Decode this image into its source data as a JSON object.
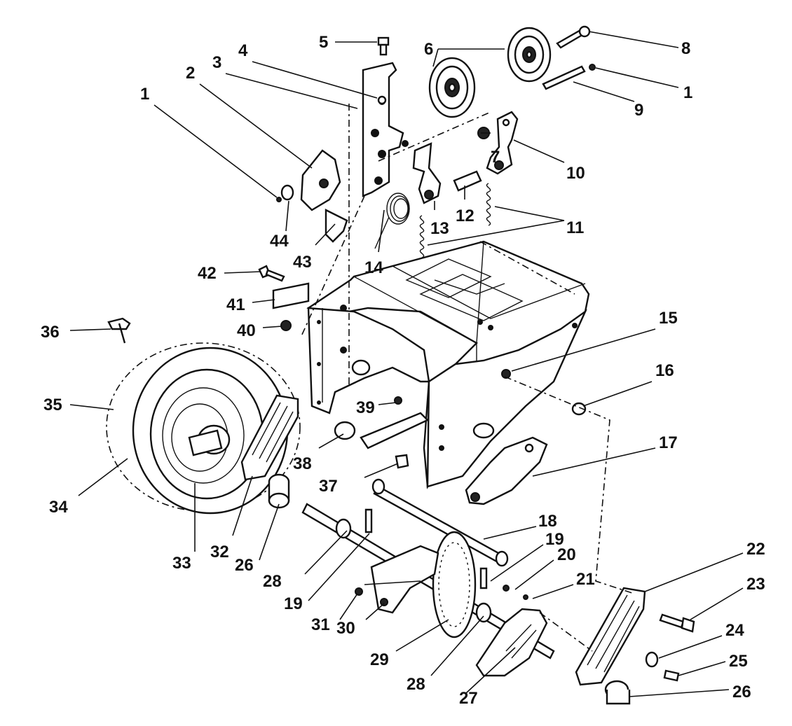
{
  "diagram": {
    "callouts": [
      {
        "id": "c1a",
        "text": "1"
      },
      {
        "id": "c1b",
        "text": "1"
      },
      {
        "id": "c2",
        "text": "2"
      },
      {
        "id": "c3",
        "text": "3"
      },
      {
        "id": "c4",
        "text": "4"
      },
      {
        "id": "c5",
        "text": "5"
      },
      {
        "id": "c6",
        "text": "6"
      },
      {
        "id": "c7",
        "text": "7"
      },
      {
        "id": "c8",
        "text": "8"
      },
      {
        "id": "c9",
        "text": "9"
      },
      {
        "id": "c10",
        "text": "10"
      },
      {
        "id": "c11",
        "text": "11"
      },
      {
        "id": "c12",
        "text": "12"
      },
      {
        "id": "c13",
        "text": "13"
      },
      {
        "id": "c14",
        "text": "14"
      },
      {
        "id": "c15",
        "text": "15"
      },
      {
        "id": "c16",
        "text": "16"
      },
      {
        "id": "c17",
        "text": "17"
      },
      {
        "id": "c18",
        "text": "18"
      },
      {
        "id": "c19a",
        "text": "19"
      },
      {
        "id": "c19b",
        "text": "19"
      },
      {
        "id": "c20",
        "text": "20"
      },
      {
        "id": "c21",
        "text": "21"
      },
      {
        "id": "c22",
        "text": "22"
      },
      {
        "id": "c23",
        "text": "23"
      },
      {
        "id": "c24",
        "text": "24"
      },
      {
        "id": "c25",
        "text": "25"
      },
      {
        "id": "c26a",
        "text": "26"
      },
      {
        "id": "c26b",
        "text": "26"
      },
      {
        "id": "c27",
        "text": "27"
      },
      {
        "id": "c28a",
        "text": "28"
      },
      {
        "id": "c28b",
        "text": "28"
      },
      {
        "id": "c29",
        "text": "29"
      },
      {
        "id": "c30",
        "text": "30"
      },
      {
        "id": "c31",
        "text": "31"
      },
      {
        "id": "c32",
        "text": "32"
      },
      {
        "id": "c33",
        "text": "33"
      },
      {
        "id": "c34",
        "text": "34"
      },
      {
        "id": "c35",
        "text": "35"
      },
      {
        "id": "c36",
        "text": "36"
      },
      {
        "id": "c37",
        "text": "37"
      },
      {
        "id": "c38",
        "text": "38"
      },
      {
        "id": "c39",
        "text": "39"
      },
      {
        "id": "c40",
        "text": "40"
      },
      {
        "id": "c41",
        "text": "41"
      },
      {
        "id": "c42",
        "text": "42"
      },
      {
        "id": "c43",
        "text": "43"
      },
      {
        "id": "c44",
        "text": "44"
      }
    ]
  }
}
